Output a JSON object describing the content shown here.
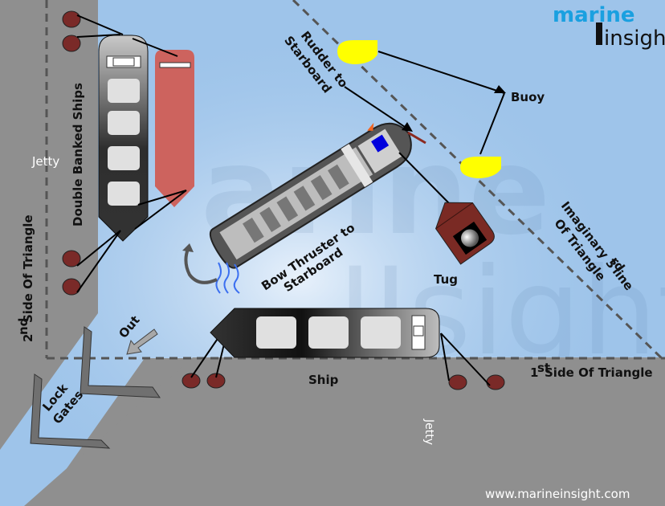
{
  "diagram": {
    "title": "Ship unberthing from double-banked jetty through lock gates",
    "logo": {
      "line1": "marine",
      "line2": "insight"
    },
    "website": "www.marineinsight.com",
    "colors": {
      "water": "#9ec4ea",
      "jetty": "#8f8f8f",
      "bollard": "#7a2a28",
      "buoy": "#ffff00",
      "tug": "#7a2a24",
      "red_ship": "#cd635e",
      "dark_ship": "#333333",
      "logo_blue": "#1aa0e0"
    },
    "labels": {
      "double_banked": "Double Banked Ships",
      "jetty_top": "Jetty",
      "jetty_bottom": "Jetty",
      "second_side": "Side Of Triangle",
      "second_side_num": "2",
      "second_side_sup": "nd",
      "rudder_line1": "Rudder to",
      "rudder_line2": "Starboard",
      "buoy": "Buoy",
      "imag_line1_a": "Imaginary 3",
      "imag_line1_sup": "rd",
      "imag_line1_b": " line",
      "imag_line2": "Of Triangle",
      "tug": "Tug",
      "bow_line1": "Bow Thruster to",
      "bow_line2": "Starboard",
      "out": "Out",
      "lock_line1": "Lock",
      "lock_line2": "Gates",
      "ship": "Ship",
      "first_side_num": "1",
      "first_side_sup": "st",
      "first_side": " Side Of Triangle"
    }
  }
}
